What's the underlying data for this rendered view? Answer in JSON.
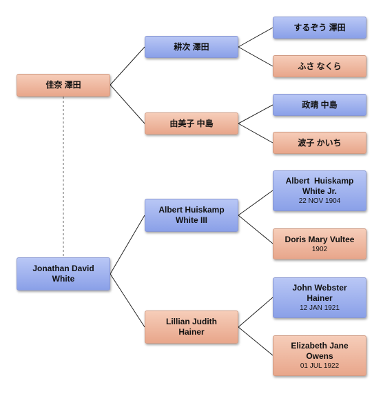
{
  "people": {
    "p1": {
      "name": "佳奈 澤田"
    },
    "p2": {
      "name": "Jonathan David White"
    },
    "p1_father": {
      "name": "耕次 澤田"
    },
    "p1_mother": {
      "name": "由美子 中島"
    },
    "p1_ff": {
      "name": "するぞう 澤田"
    },
    "p1_fm": {
      "name": "ふさ なくら"
    },
    "p1_mf": {
      "name": "政晴 中島"
    },
    "p1_mm": {
      "name": "波子 かいち"
    },
    "p2_father": {
      "name": "Albert Huiskamp White III"
    },
    "p2_mother": {
      "name": "Lillian Judith Hainer"
    },
    "p2_ff": {
      "name": "Albert  Huiskamp White Jr.",
      "date": "22 NOV 1904"
    },
    "p2_fm": {
      "name": "Doris Mary Vultee",
      "date": "1902"
    },
    "p2_mf": {
      "name": "John Webster Hainer",
      "date": "12 JAN 1921"
    },
    "p2_mm": {
      "name": "Elizabeth Jane Owens",
      "date": "01 JUL 1922"
    }
  },
  "colors": {
    "male": "#9bb0ef",
    "female": "#efb9a1",
    "line": "#222222",
    "spouse_line": "#666666"
  }
}
